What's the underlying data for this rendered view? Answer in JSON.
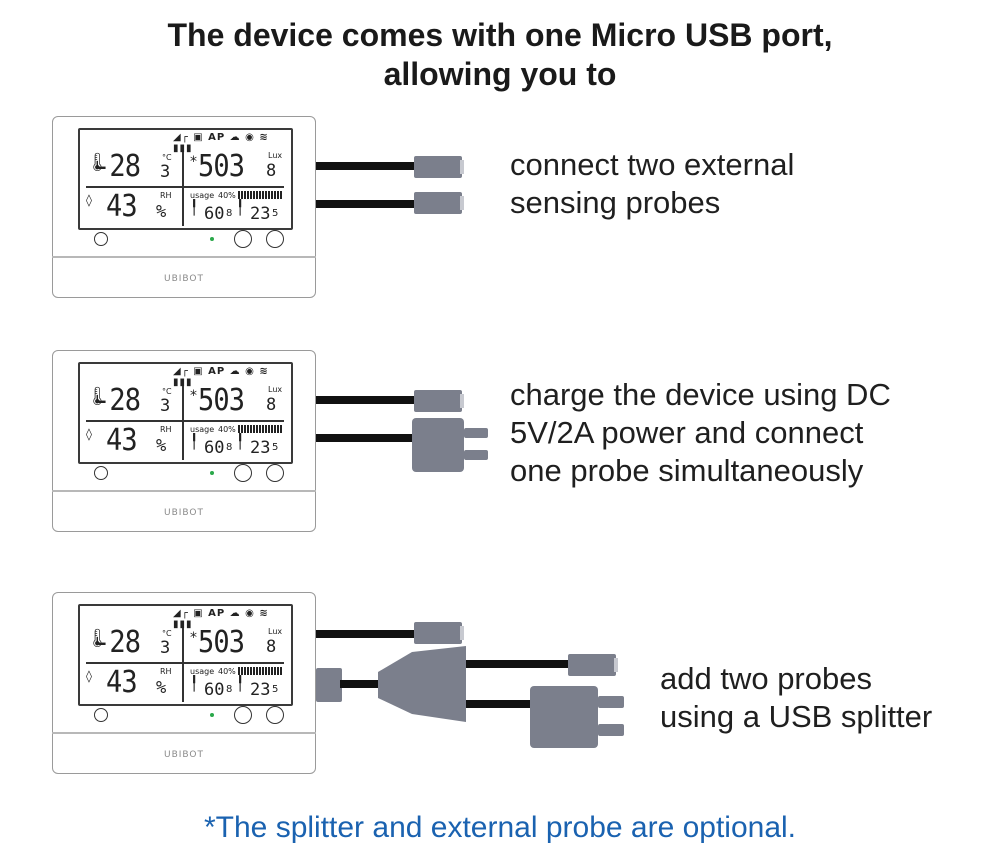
{
  "header": {
    "line1": "The device comes with one Micro USB port,",
    "line2": "allowing you to"
  },
  "panels": [
    {
      "description_lines": [
        "connect two external",
        "sensing probes"
      ]
    },
    {
      "description_lines": [
        "charge the device using DC",
        "5V/2A power and connect",
        "one probe simultaneously"
      ]
    },
    {
      "description_lines": [
        "add two probes",
        "using a USB splitter"
      ]
    }
  ],
  "device": {
    "status_icons": "◢┌ ▣ AP ☁ ◉ ≋ ▮▮▮",
    "temp_value": "-28",
    "temp_decimal": "3",
    "temp_unit": "°C",
    "lux_value": "503",
    "lux_decimal": "8",
    "lux_unit": "Lux",
    "humidity_value": "43",
    "humidity_unit": "%",
    "humidity_label": "RH",
    "usage_label": "usage",
    "usage_value": "40%",
    "probe1_value": "60",
    "probe1_decimal": "8",
    "probe2_value": "23",
    "probe2_decimal": "5",
    "brand": "UBIBOT"
  },
  "footnote": "*The splitter and external probe are optional.",
  "colors": {
    "footnote": "#1a62b0",
    "plug": "#7b7f8c",
    "cable": "#111111"
  }
}
